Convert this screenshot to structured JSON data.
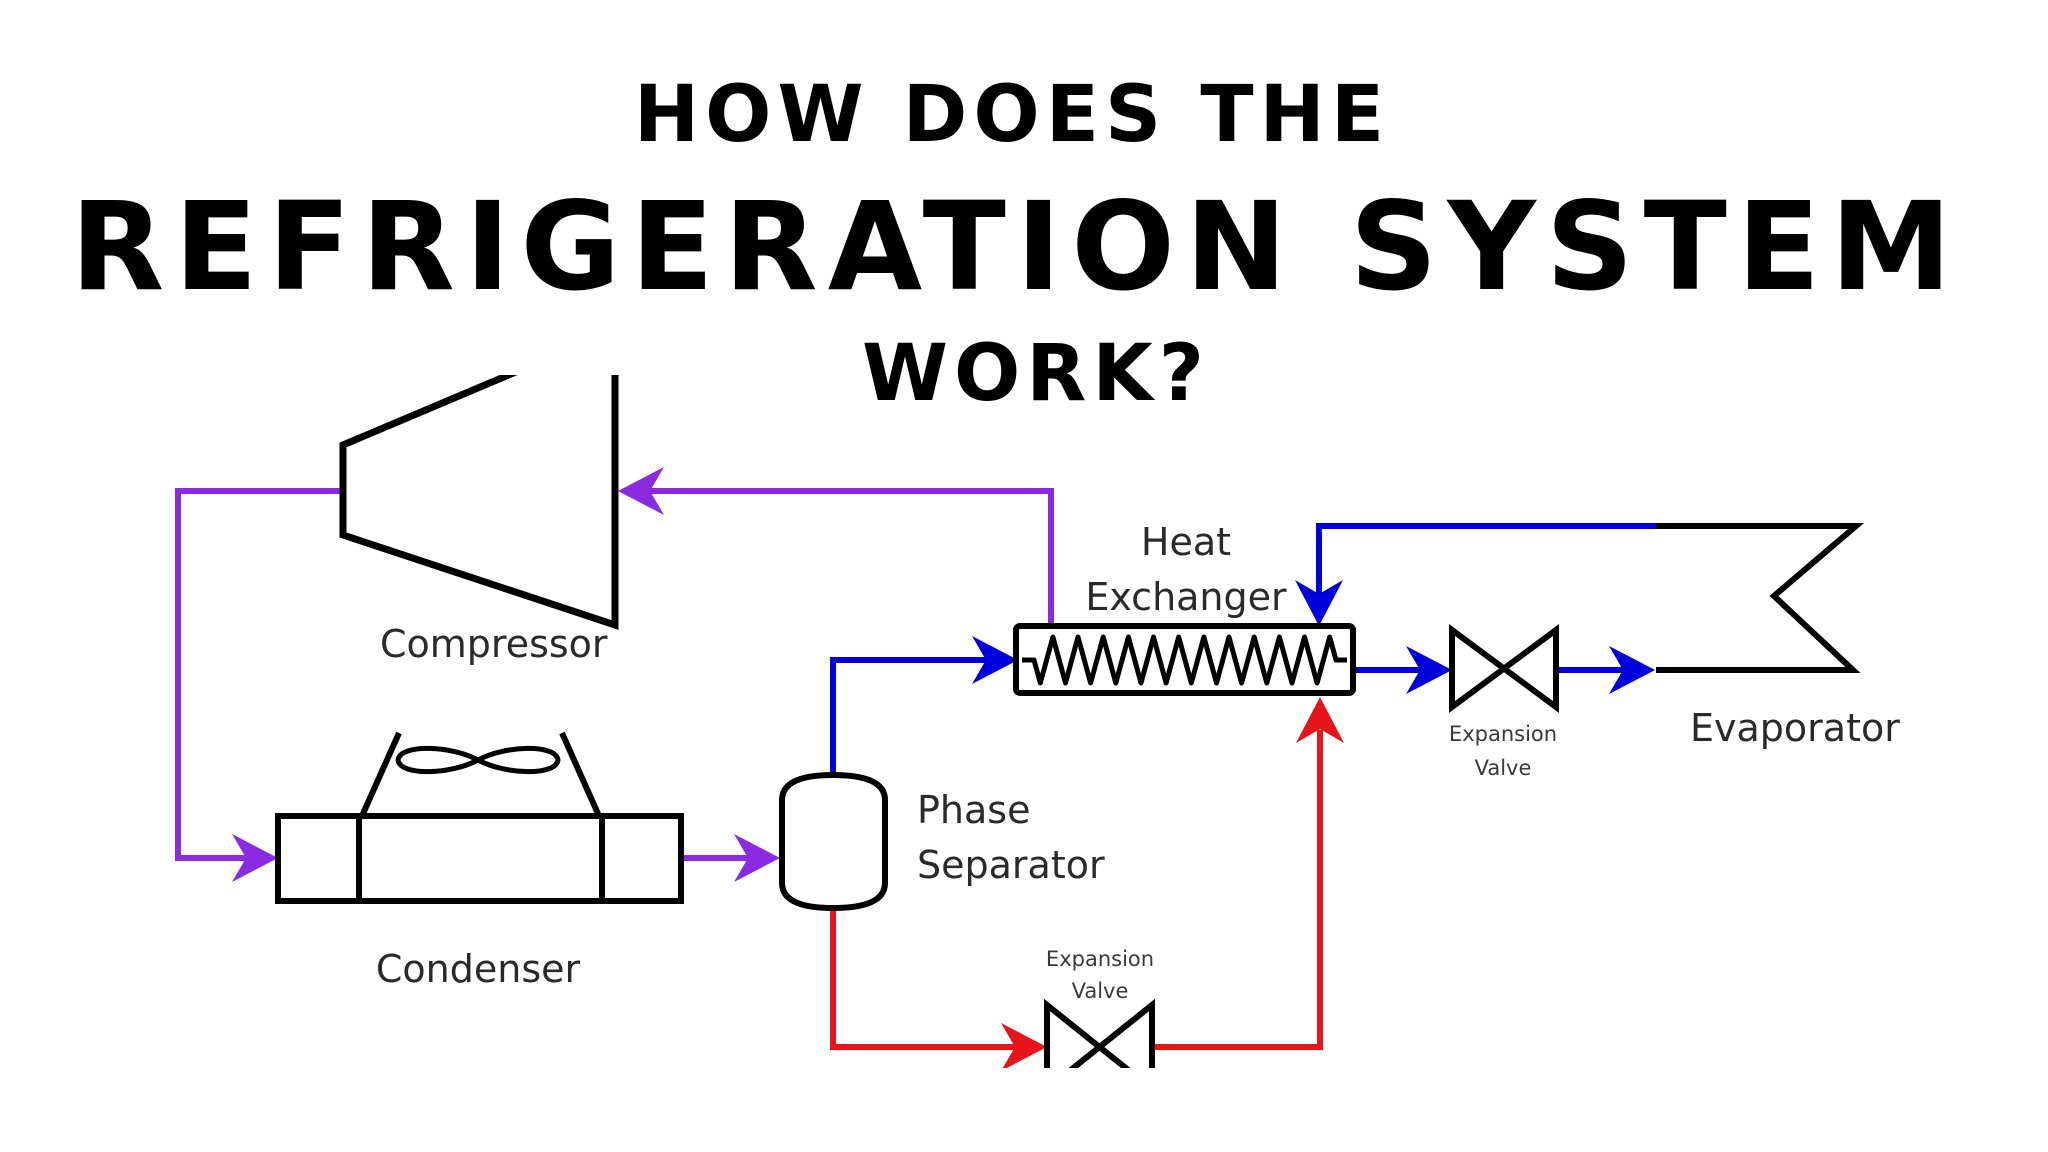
{
  "title": {
    "line1": "HOW DOES THE",
    "line2": "REFRIGERATION SYSTEM",
    "line3": "WORK?"
  },
  "components": {
    "compressor": "Compressor",
    "condenser": "Condenser",
    "phase_separator": [
      "Phase",
      "Separator"
    ],
    "heat_exchanger": [
      "Heat",
      "Exchanger"
    ],
    "expansion_valve_upper": [
      "Expansion",
      "Valve"
    ],
    "expansion_valve_lower": [
      "Expansion",
      "Valve"
    ],
    "evaporator": "Evaporator"
  },
  "colors": {
    "high_pressure_vapor": "#8a2be2",
    "low_temp_vapor_liquid": "#0000dd",
    "liquid": "#e8141c",
    "outline": "#000000"
  }
}
